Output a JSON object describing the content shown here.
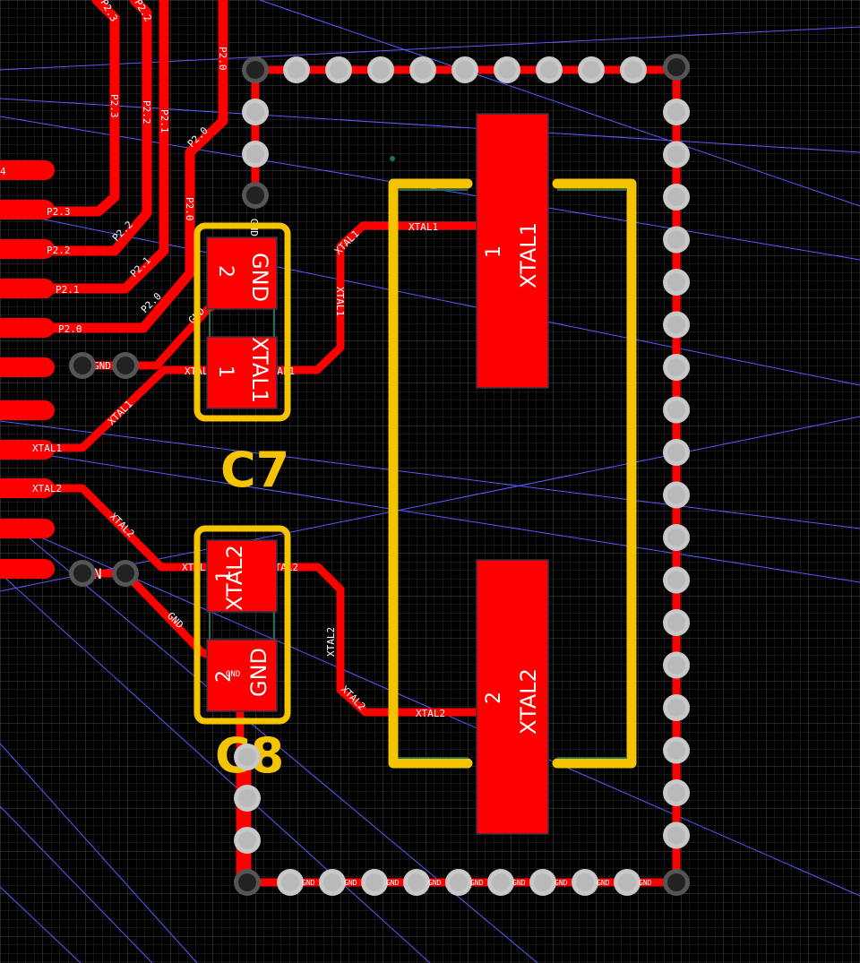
{
  "colors": {
    "background": "#000000",
    "grid": "#333333",
    "copper": "#ff0000",
    "silkscreen": "#f5c400",
    "ratsnest": "#5a5aff",
    "via": "#c8c8c8",
    "via_dark": "#555555"
  },
  "components": {
    "c7": {
      "designator": "C7",
      "pad1_num": "1",
      "pad1_net": "XTAL1",
      "pad2_num": "2",
      "pad2_net": "GND"
    },
    "c8": {
      "designator": "C8",
      "pad1_num": "1",
      "pad1_net": "XTAL2",
      "pad2_num": "2",
      "pad2_net": "GND"
    },
    "crystal": {
      "pad1_num": "1",
      "pad1_net": "XTAL1",
      "pad2_num": "2",
      "pad2_net": "XTAL2"
    }
  },
  "nets": {
    "p23": "P2.3",
    "p22": "P2.2",
    "p21": "P2.1",
    "p20": "P2.0",
    "xtal1": "XTAL1",
    "xtal2": "XTAL2",
    "gnd": "GND",
    "edge_4": "4",
    "gnd_partial": "GND",
    "n_partial": "N"
  }
}
